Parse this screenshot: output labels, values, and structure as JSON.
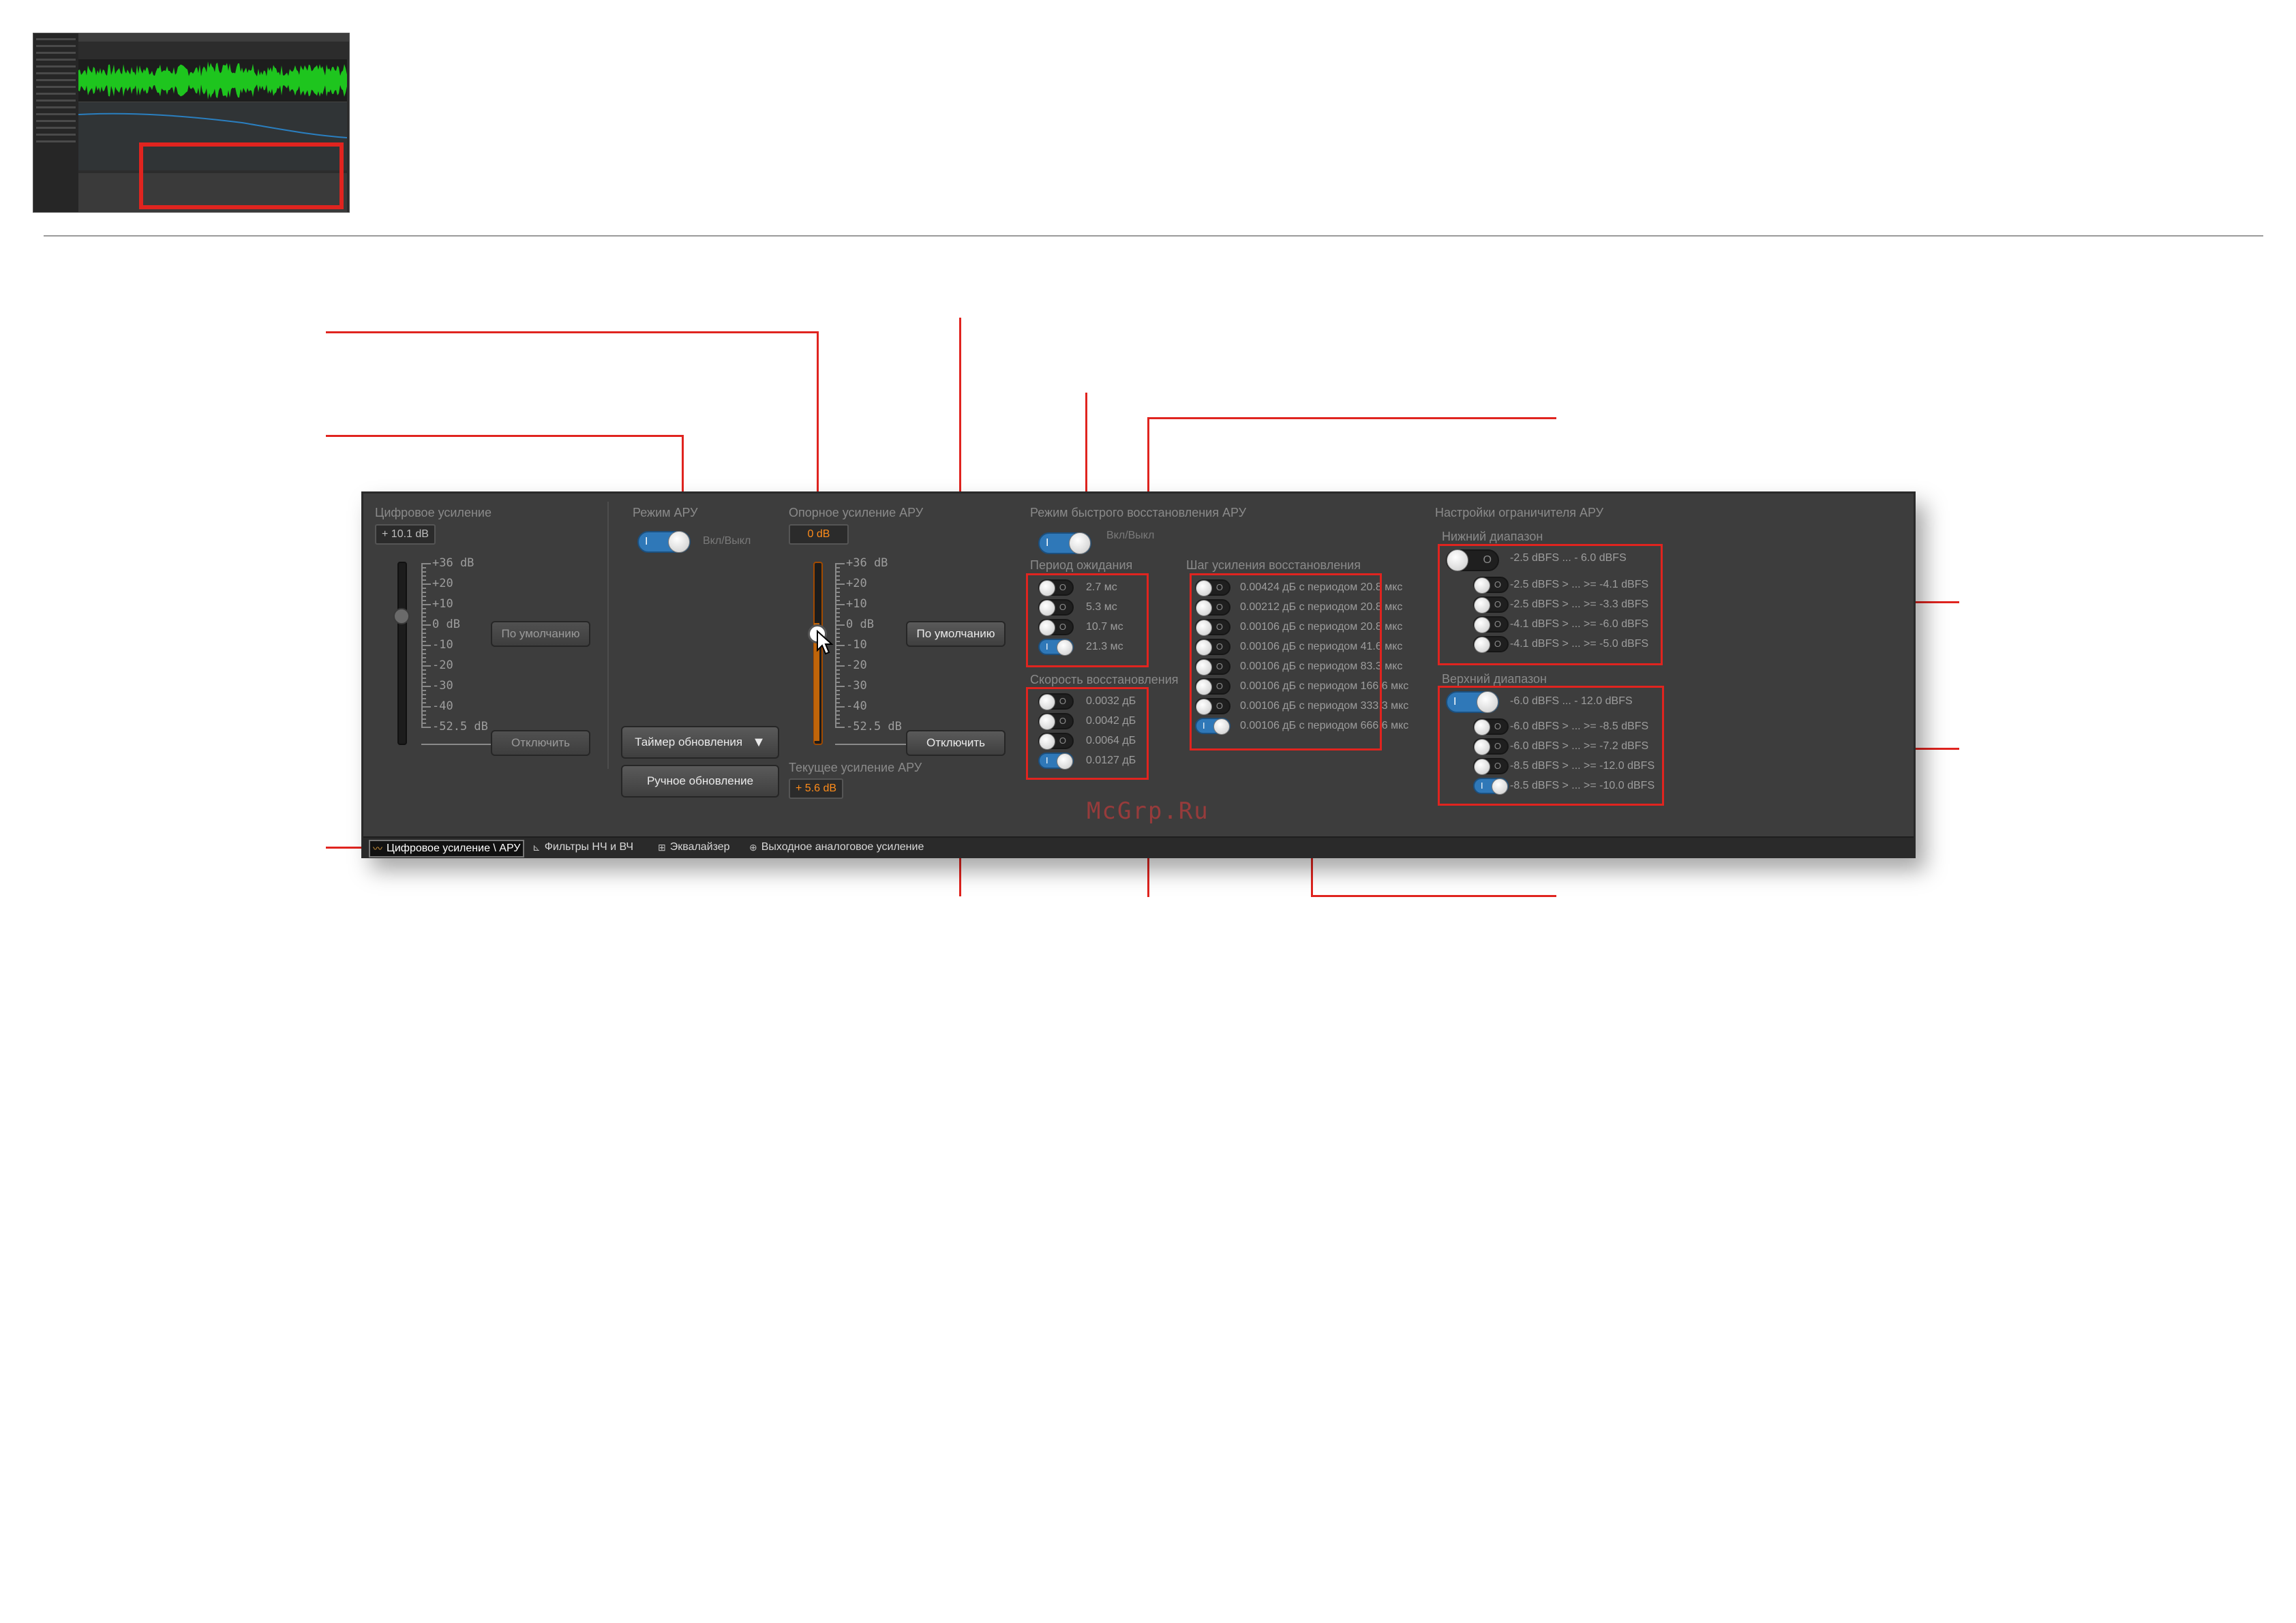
{
  "panel": {
    "digital_gain": {
      "title": "Цифровое усиление",
      "value": "+ 10.1 dB",
      "ticks": [
        "+36 dB",
        "+20",
        "+10",
        "0 dB",
        "-10",
        "-20",
        "-30",
        "-40",
        "-52.5 dB"
      ],
      "default_button": "По умолчанию",
      "disable_button": "Отключить"
    },
    "agc_mode": {
      "title": "Режим АРУ",
      "toggle_label": "Вкл/Выкл",
      "toggle_on": true,
      "timer_button": "Таймер обновления",
      "manual_button": "Ручное обновление"
    },
    "agc_reference": {
      "title": "Опорное усиление АРУ",
      "value": "0 dB",
      "ticks": [
        "+36 dB",
        "+20",
        "+10",
        "0 dB",
        "-10",
        "-20",
        "-30",
        "-40",
        "-52.5 dB"
      ],
      "default_button": "По умолчанию",
      "disable_button": "Отключить",
      "current_gain_label": "Текущее усиление АРУ",
      "current_gain_value": "+ 5.6 dB"
    },
    "fast_recovery": {
      "title": "Режим быстрого восстановления АРУ",
      "toggle_label": "Вкл/Выкл",
      "toggle_on": true,
      "wait_period": {
        "title": "Период ожидания",
        "options": [
          {
            "label": "2.7 мс",
            "on": false
          },
          {
            "label": "5.3 мс",
            "on": false
          },
          {
            "label": "10.7 мс",
            "on": false
          },
          {
            "label": "21.3 мс",
            "on": true
          }
        ]
      },
      "recovery_speed": {
        "title": "Скорость восстановления",
        "options": [
          {
            "label": "0.0032 дБ",
            "on": false
          },
          {
            "label": "0.0042 дБ",
            "on": false
          },
          {
            "label": "0.0064 дБ",
            "on": false
          },
          {
            "label": "0.0127 дБ",
            "on": true
          }
        ]
      },
      "recovery_step": {
        "title": "Шаг усиления восстановления",
        "options": [
          {
            "label": "0.00424 дБ с периодом 20.8 мкс",
            "on": false
          },
          {
            "label": "0.00212 дБ с периодом 20.8 мкс",
            "on": false
          },
          {
            "label": "0.00106 дБ с периодом 20.8 мкс",
            "on": false
          },
          {
            "label": "0.00106 дБ с периодом 41.6 мкс",
            "on": false
          },
          {
            "label": "0.00106 дБ с периодом 83.3 мкс",
            "on": false
          },
          {
            "label": "0.00106 дБ с периодом 166.6 мкс",
            "on": false
          },
          {
            "label": "0.00106 дБ с периодом 333.3 мкс",
            "on": false
          },
          {
            "label": "0.00106 дБ с периодом 666.6 мкс",
            "on": true
          }
        ]
      }
    },
    "limiter": {
      "title": "Настройки ограничителя АРУ",
      "lower": {
        "title": "Нижний диапазон",
        "main_label": "-2.5 dBFS ... - 6.0 dBFS",
        "main_on": false,
        "options": [
          {
            "label": "-2.5 dBFS > ... >= -4.1 dBFS",
            "on": false
          },
          {
            "label": "-2.5 dBFS > ... >= -3.3 dBFS",
            "on": false
          },
          {
            "label": "-4.1 dBFS > ... >= -6.0 dBFS",
            "on": false
          },
          {
            "label": "-4.1 dBFS > ... >= -5.0 dBFS",
            "on": false
          }
        ]
      },
      "upper": {
        "title": "Верхний диапазон",
        "main_label": "-6.0 dBFS ... - 12.0 dBFS",
        "main_on": true,
        "options": [
          {
            "label": "-6.0 dBFS > ... >= -8.5 dBFS",
            "on": false
          },
          {
            "label": "-6.0 dBFS > ... >= -7.2 dBFS",
            "on": false
          },
          {
            "label": "-8.5 dBFS > ... >= -12.0 dBFS",
            "on": false
          },
          {
            "label": "-8.5 dBFS > ... >= -10.0 dBFS",
            "on": true
          }
        ]
      }
    },
    "tabs": [
      {
        "label": "Цифровое усиление \\ АРУ",
        "icon": "waveform-icon",
        "active": true
      },
      {
        "label": "Фильтры НЧ и ВЧ",
        "icon": "chart-icon",
        "active": false
      },
      {
        "label": "Эквалайзер",
        "icon": "equalizer-icon",
        "active": false
      },
      {
        "label": "Выходное аналоговое усиление",
        "icon": "output-gain-icon",
        "active": false
      }
    ]
  },
  "watermark": "McGrp.Ru",
  "colors": {
    "accent_red": "#e0241f",
    "toggle_on": "#2f78b8",
    "value_orange": "#ff8c1a",
    "panel_bg": "#3d3d3d"
  }
}
